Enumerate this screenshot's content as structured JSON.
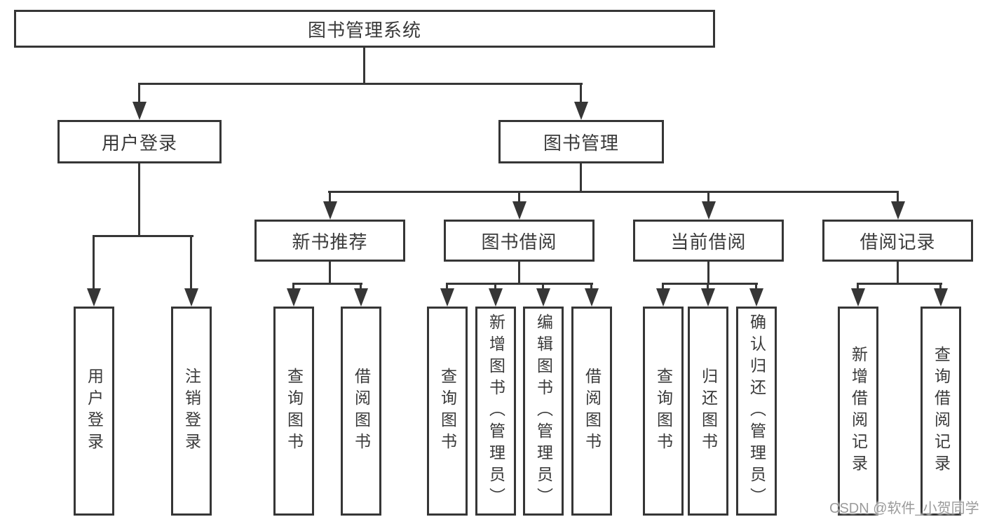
{
  "diagram_title": "图书管理系统",
  "tree": {
    "root": {
      "label": "图书管理系统",
      "children": [
        {
          "label": "用户登录",
          "children": [
            {
              "label": "用户登录"
            },
            {
              "label": "注销登录"
            }
          ]
        },
        {
          "label": "图书管理",
          "children": [
            {
              "label": "新书推荐",
              "children": [
                {
                  "label": "查询图书"
                },
                {
                  "label": "借阅图书"
                }
              ]
            },
            {
              "label": "图书借阅",
              "children": [
                {
                  "label": "查询图书"
                },
                {
                  "label": "新增图书（管理员）"
                },
                {
                  "label": "编辑图书（管理员）"
                },
                {
                  "label": "借阅图书"
                }
              ]
            },
            {
              "label": "当前借阅",
              "children": [
                {
                  "label": "查询图书"
                },
                {
                  "label": "归还图书"
                },
                {
                  "label": "确认归还（管理员）"
                }
              ]
            },
            {
              "label": "借阅记录",
              "children": [
                {
                  "label": "新增借阅记录"
                },
                {
                  "label": "查询借阅记录"
                }
              ]
            }
          ]
        }
      ]
    }
  },
  "watermark": "CSDN @软件_小贺同学",
  "colors": {
    "line": "#363636",
    "text": "#3a3a3a",
    "watermark": "#9b9b9b",
    "background": "#ffffff"
  }
}
